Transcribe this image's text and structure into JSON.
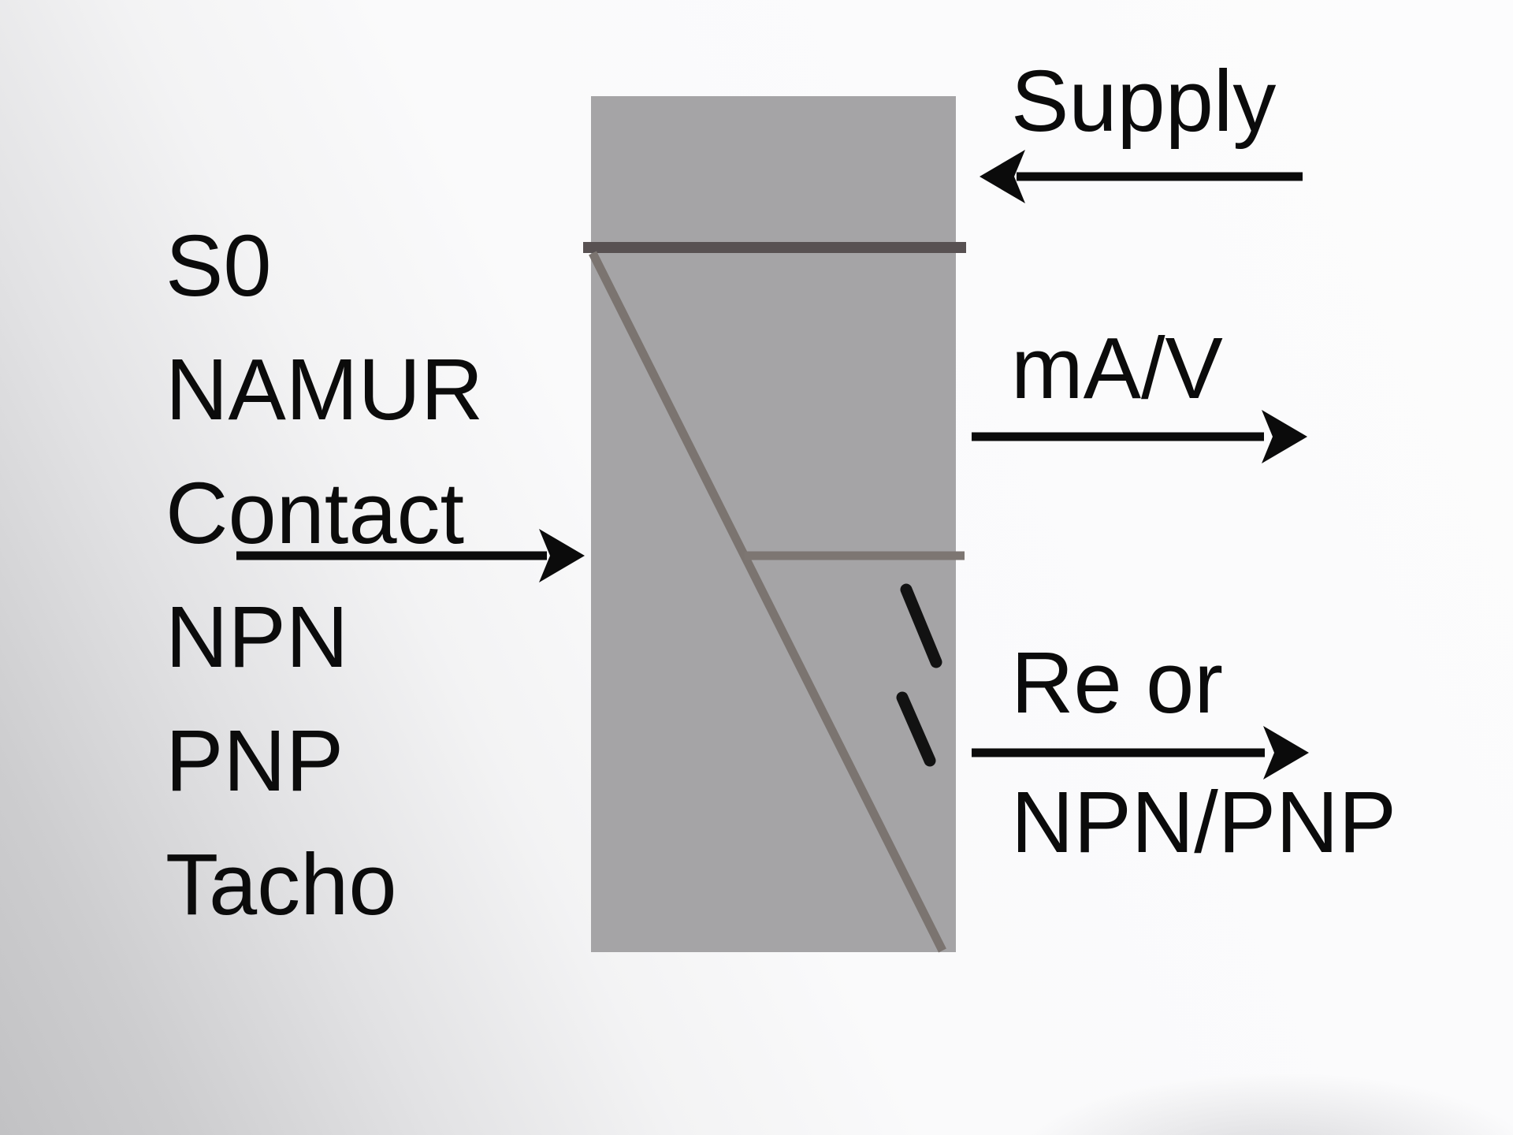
{
  "diagram": {
    "kind": "signal-converter-block-diagram",
    "input_labels": [
      "S0",
      "NAMUR",
      "Contact",
      "NPN",
      "PNP",
      "Tacho"
    ],
    "supply_label": "Supply",
    "analog_output_label": "mA/V",
    "switch_output_label": [
      "Re or",
      "NPN/PNP"
    ],
    "icons": {
      "input_arrow": "→",
      "supply_arrow": "←",
      "analog_output_arrow": "→",
      "switch_output_arrow": "→"
    },
    "colors": {
      "box_fill": "#a5a4a6",
      "top_separator": "#585152",
      "diagonal": "#7b7470",
      "middle_separator": "#7d7672",
      "contact_dash": "#121212",
      "arrow": "#0b0b0b",
      "text": "#0b0b0b"
    }
  }
}
